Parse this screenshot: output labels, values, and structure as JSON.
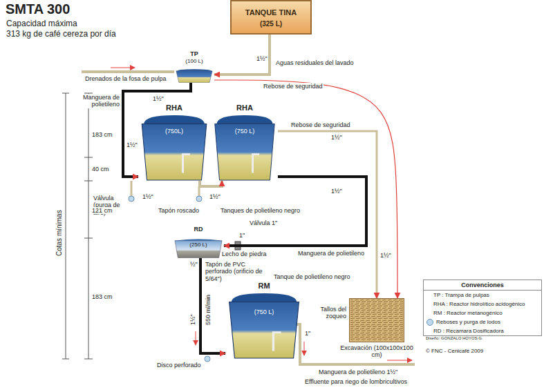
{
  "diagram": {
    "title": "SMTA 300",
    "nodes": [
      {
        "text": [
          "TANQUE TINA",
          "(325 L)"
        ]
      },
      {
        "text": [
          "TP",
          "(100 L)"
        ]
      },
      {
        "text": [
          "RHA",
          "(750L)"
        ]
      },
      {
        "text": [
          "RHA",
          "(750 L)"
        ]
      },
      {
        "text": [
          "RD",
          "(250 L)"
        ]
      },
      {
        "text": [
          "RM",
          "(750 L)"
        ]
      },
      {
        "text": [
          "Tallos del zoqueo",
          "Excavación (100x100x100 cm)"
        ]
      }
    ],
    "edges": [
      {
        "from": 0,
        "to": 1,
        "arrow": "to"
      },
      {
        "from": 1,
        "to": 2,
        "arrow": "to"
      },
      {
        "from": 2,
        "to": 3,
        "arrow": "to"
      },
      {
        "from": 3,
        "to": 4,
        "arrow": "to"
      },
      {
        "from": 4,
        "to": 5,
        "arrow": "to"
      },
      {
        "from": 1,
        "to": 6,
        "arrow": "to"
      },
      {
        "from": 3,
        "to": 6,
        "arrow": "to"
      }
    ],
    "labels": [
      "Capacidad máxima",
      "313 kg de café cereza por día",
      "1½\"",
      "Aguas residuales del lavado",
      "Drenados de la fosa de pulpa",
      "Rebose de seguridad",
      "Manguera de polietileno",
      "1½\"",
      "183 cm",
      "40 cm",
      "1½\"",
      "Rebose de seguridad",
      "1½\"",
      "Cotas mínimas",
      "Válvula (purga de aire)",
      "Tapón roscado",
      "Tanques de polietileno negro",
      "1½\"",
      "1½\"",
      "1½\"",
      "121 cm",
      "Válvula 1\"",
      "1\"",
      "Lecho de piedra",
      "Manguera de polietileno",
      "1½\"",
      "½\"",
      "Tapón de PVC perforado (orificio de 5/64\")",
      "Tanque de polietileno negro",
      "183 cm",
      "550 ml/min",
      "1½\"",
      "1\"",
      "Disco perforado",
      "Manguera de polietileno 1½\"",
      "Effluente para riego de lombricultivos",
      "Diseño: GONZALO HOYOS G.",
      "© FNC - Cenicafé 2009",
      "Convenciones"
    ],
    "legend": [
      {
        "text": "TP : Trampa de pulpas"
      },
      {
        "text": "RHA : Reactor hidrolítico acidogénico"
      },
      {
        "text": "RM : Reactor metanogénico"
      },
      {
        "text": "Reboses y purga de lodos",
        "color": "#bfd9ef"
      },
      {
        "text": "RD : Recamara Dosificadora"
      }
    ]
  }
}
